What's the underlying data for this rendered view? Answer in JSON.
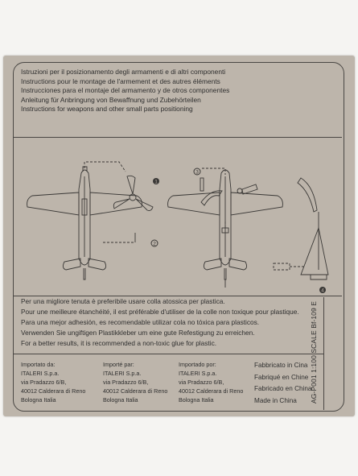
{
  "header_lines": [
    "Istruzioni per il posizionamento degli armamenti e di altri componenti",
    "Instructions pour le montage de l'armement et des autres éléments",
    "Instrucciones para el montaje del armamento y de otros componentes",
    "Anleitung für Anbringung von Bewaffnung und Zubehörteilen",
    "Instructions for weapons and other small parts positioning"
  ],
  "step_labels": [
    "1",
    "2",
    "3",
    "4"
  ],
  "glue_notes": [
    "Per una migliore tenuta è preferibile usare colla atossica per plastica.",
    "Pour une meilleure étanchéité, il est préférable d'utiliser de la colle non toxique pour plastique.",
    "Para una mejor adhesión, es recomendable utilizar cola no tóxica para plasticos.",
    "Verwenden Sie ungiftigen Plastikkleber um eine gute Refestigung zu erreichen.",
    "For a better results, it is recommended a non-toxic glue for plastic."
  ],
  "importers": [
    [
      "Importato da:",
      "ITALERI S.p.a.",
      "via Pradazzo 6/B,",
      "40012 Calderara di Reno",
      "Bologna Italia"
    ],
    [
      "Importé par:",
      "ITALERI S.p.a.",
      "via Pradazzo 6/B,",
      "40012 Calderara di Reno",
      "Bologna Italia"
    ],
    [
      "Importado por:",
      "ITALERI S.p.a.",
      "via Pradazzo 6/B,",
      "40012 Calderara di Reno",
      "Bologna Italia"
    ]
  ],
  "made_in": [
    "Fabbricato in Cina",
    "Fabriqué en Chine",
    "Fabricado en China",
    "Made in China"
  ],
  "product_code": "AG-P001  1:100 SCALE Bf-109 E",
  "colors": {
    "card": "#bdb5ab",
    "ink": "#2f2f2f",
    "page": "#f5f4f2"
  }
}
